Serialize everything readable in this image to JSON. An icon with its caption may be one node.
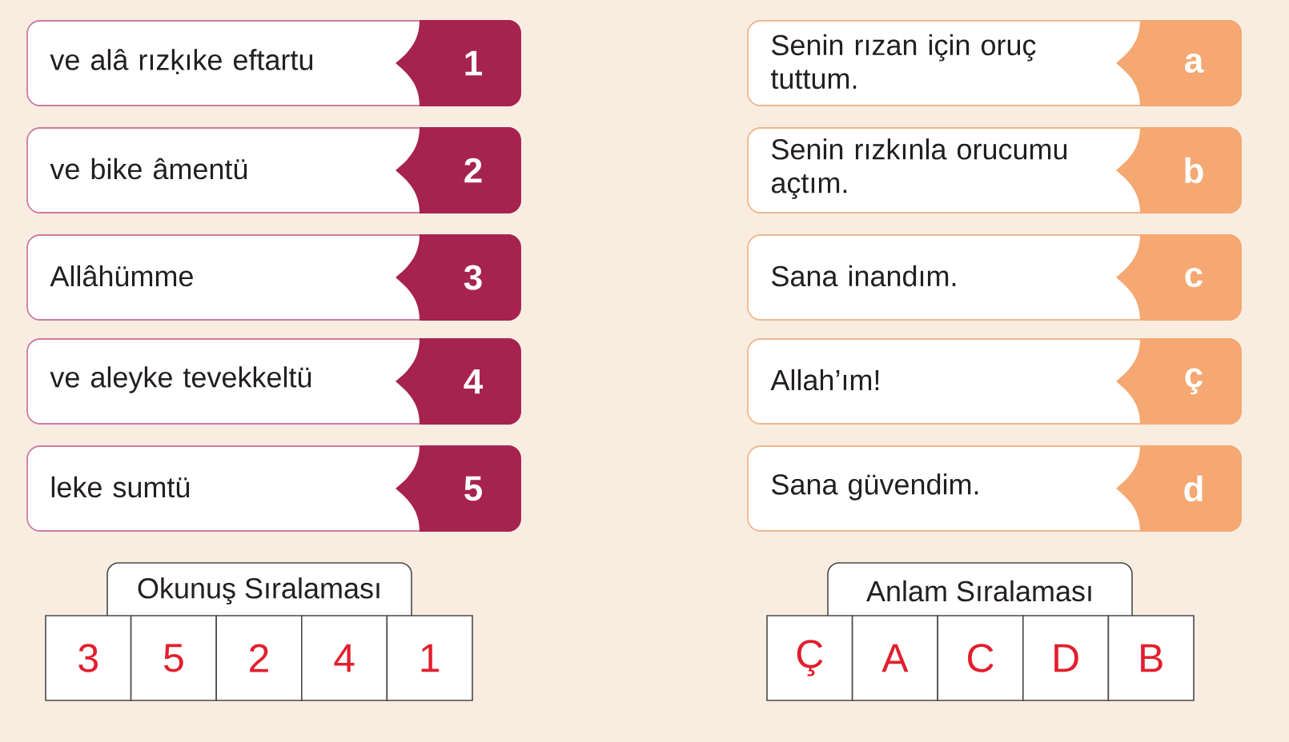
{
  "diagram": {
    "nodes": [
      {
        "text": [
          "ve alâ rızḳıke eftartu",
          "1"
        ]
      },
      {
        "text": [
          "ve bike âmentü",
          "2"
        ]
      },
      {
        "text": [
          "Allâhümme",
          "3"
        ]
      },
      {
        "text": [
          "ve aleyke tevekkeltü",
          "4"
        ]
      },
      {
        "text": [
          "leke sumtü",
          "5"
        ]
      },
      {
        "text": [
          "Senin rızan için oruç tuttum.",
          "a"
        ]
      },
      {
        "text": [
          "Senin rızkınla orucumu açtım.",
          "b"
        ]
      },
      {
        "text": [
          "Sana inandım.",
          "c"
        ]
      },
      {
        "text": [
          "Allah’ım!",
          "ç"
        ]
      },
      {
        "text": [
          "Sana güvendim.",
          "d"
        ]
      },
      {
        "text": [
          "Okunuş Sıralaması"
        ]
      },
      {
        "text": [
          "Anlam Sıralaması"
        ]
      }
    ],
    "labels": [
      "3",
      "5",
      "2",
      "4",
      "1",
      "Ç",
      "A",
      "C",
      "D",
      "B"
    ]
  }
}
